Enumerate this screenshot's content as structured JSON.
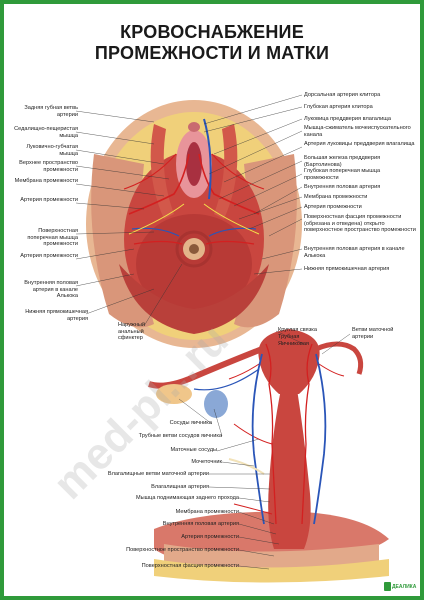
{
  "title": {
    "line1": "КРОВОСНАБЖЕНИЕ",
    "line2": "ПРОМЕЖНОСТИ И МАТКИ"
  },
  "perineum_left_labels": [
    "Задняя губная ветвь артерии",
    "Седалищно-пещеристая мышца",
    "Луковично-губчатая мышца",
    "Верхнее пространство промежности",
    "Мембрана промежности",
    "Артерия промежности",
    "Поверхностная поперечная мышца промежности",
    "Артерия промежности",
    "Внутренняя половая артерия в канале Алькока",
    "Нижняя прямокишечная артерия"
  ],
  "perineum_bottom_label": "Наружный анальный сфинктер",
  "perineum_right_labels": [
    "Дорсальная артерия клитора",
    "Глубокая артерия клитора",
    "Луковица преддверия влагалища",
    "Мышца-сжиматель мочеиспускательного канала",
    "Артерия луковицы преддверия влагалища",
    "Большая железа преддверия (Бартолинова)",
    "Глубокая поперечная мышца промежности",
    "Внутренняя половая артерия",
    "Мембрана промежности",
    "Артерия промежности",
    "Поверхностная фасция промежности (обрезана и отведена) открыто поверхностное пространство промежности",
    "Внутренняя половая артерия в канале Алькока",
    "Нижняя прямокишечная артерия"
  ],
  "uterus_top_labels": {
    "ligament": "Круглая связка",
    "tube": "Трубная",
    "ovarian": "Яичниковая",
    "branches": "Ветви маточной артерии"
  },
  "uterus_left_labels": [
    "Сосуды яичника",
    "Трубные ветви сосудов яичника",
    "Маточные сосуды",
    "Мочеточник",
    "Влагалищные ветви маточной артерии",
    "Влагалищная артерия",
    "Мышца поднимающая заднего прохода",
    "Мембрана промежности",
    "Внутренняя половая артерия",
    "Артерия промежности",
    "Поверхностное пространство промежности",
    "Поверхностная фасция промежности"
  ],
  "watermark": "med-pl...ru",
  "logo": "ДЕАЛИКА",
  "colors": {
    "border": "#2f9a3a",
    "muscle": "#c9463f",
    "artery": "#d32020",
    "vein": "#2a55b8",
    "fat": "#f2d27a",
    "skin": "#e9b898"
  }
}
